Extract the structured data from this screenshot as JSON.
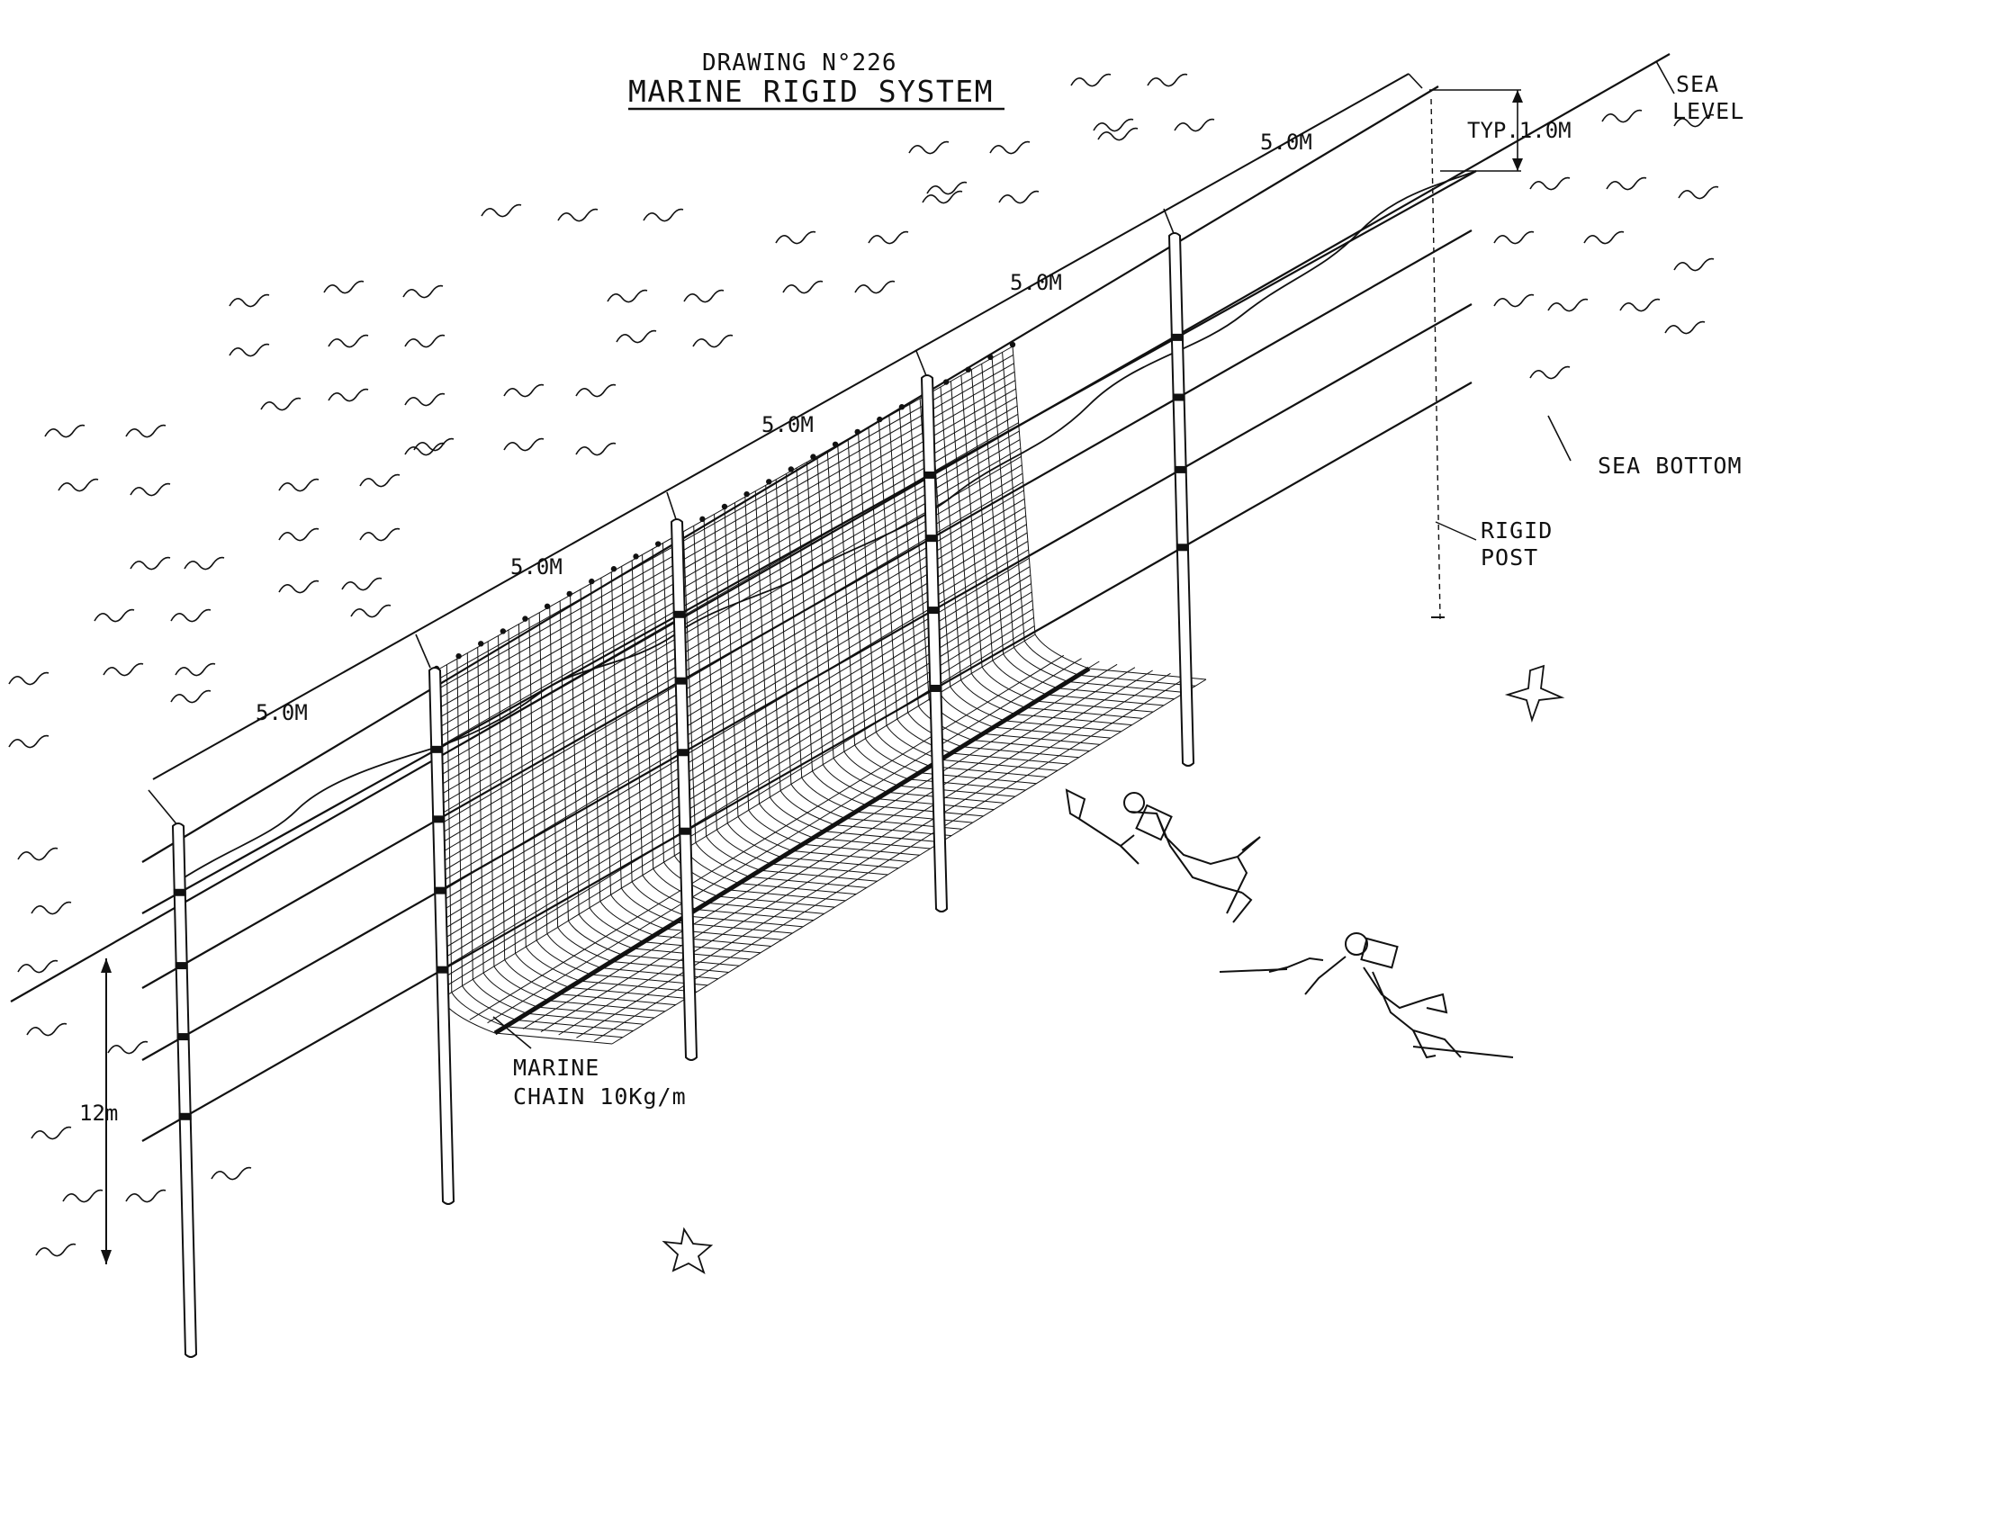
{
  "drawing": {
    "number": "DRAWING N°226",
    "title": "MARINE RIGID SYSTEM"
  },
  "labels": {
    "sea_level": [
      "SEA",
      "LEVEL"
    ],
    "sea_bottom": "SEA BOTTOM",
    "rigid_post": [
      "RIGID",
      "POST"
    ],
    "marine_chain": [
      "MARINE",
      "CHAIN 10Kg/m"
    ],
    "typ_spacing": "TYP.1.0M",
    "depth": "12m"
  },
  "post_spacing_labels": [
    "5.0M",
    "5.0M",
    "5.0M",
    "5.0M",
    "5.0M"
  ],
  "colors": {
    "ink": "#111111",
    "paper": "#ffffff"
  },
  "icons": [
    "wave-mark",
    "diver",
    "starfish"
  ]
}
